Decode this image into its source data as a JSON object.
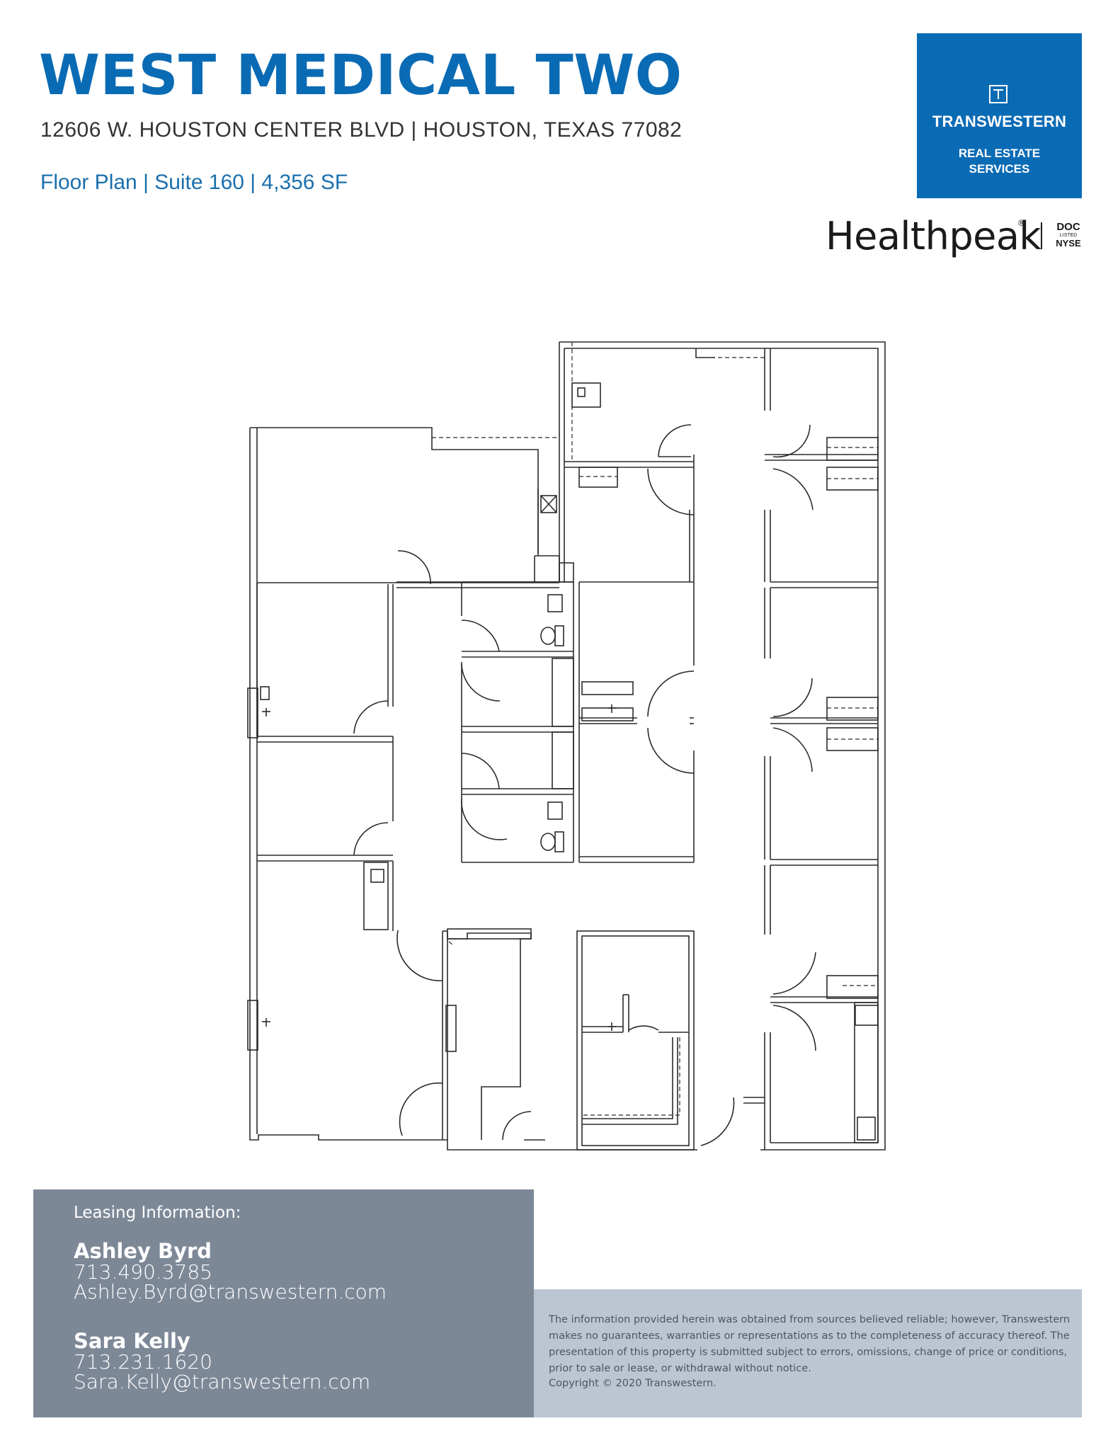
{
  "header": {
    "title": "WEST MEDICAL TWO",
    "address": "12606 W. HOUSTON CENTER BLVD | HOUSTON, TEXAS 77082",
    "subline": "Floor Plan | Suite 160 | 4,356 SF"
  },
  "transwestern": {
    "name": "TRANSWESTERN",
    "sub1": "REAL ESTATE",
    "sub2": "SERVICES",
    "brand_color": "#0a6bb5"
  },
  "healthpeak": {
    "name": "Healthpeak",
    "reg": "®",
    "ticker": "DOC",
    "listed": "LISTED",
    "exchange": "NYSE"
  },
  "leasing": {
    "heading": "Leasing Information:",
    "agents": [
      {
        "name": "Ashley Byrd",
        "phone": "713.490.3785",
        "email": "Ashley.Byrd@transwestern.com"
      },
      {
        "name": "Sara Kelly",
        "phone": "713.231.1620",
        "email": "Sara.Kelly@transwestern.com"
      }
    ],
    "box_color": "#7d8897"
  },
  "disclaimer": {
    "text": "The information provided herein was obtained from sources believed reliable; however, Transwestern makes no guarantees, warranties or representations as to the completeness of accuracy thereof. The presentation of this property is submitted subject to errors, omissions, change of price or conditions, prior to sale or lease, or withdrawal without notice.",
    "copyright": "Copyright © 2020 Transwestern.",
    "box_color": "#bcc6d2"
  }
}
